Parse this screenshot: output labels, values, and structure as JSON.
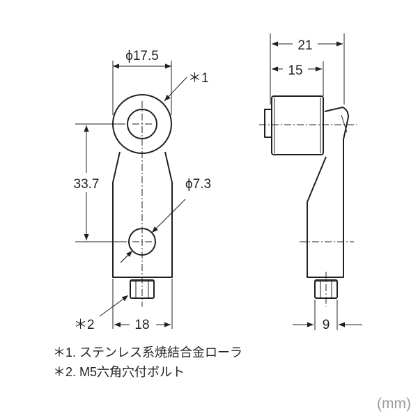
{
  "front_view": {
    "roller_diameter": "ϕ17.5",
    "roller_note_marker": "＊1",
    "center_distance": "33.7",
    "hole_diameter": "ϕ7.3",
    "bolt_note_marker": "＊2",
    "base_width": "18"
  },
  "side_view": {
    "overall_width": "21",
    "roller_offset": "15",
    "arm_thickness": "9"
  },
  "notes": [
    "＊1. ステンレス系焼結合金ローラ",
    "＊2. M5六角穴付ボルト"
  ],
  "unit": "(mm)"
}
